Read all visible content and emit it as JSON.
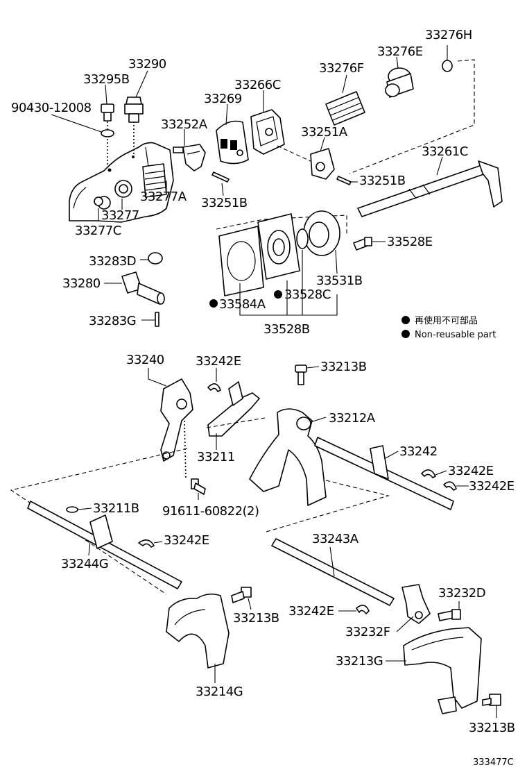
{
  "labels": {
    "p33276H": "33276H",
    "p33276E": "33276E",
    "p33290": "33290",
    "p33295B": "33295B",
    "p33276F": "33276F",
    "p90430": "90430-12008",
    "p33266C": "33266C",
    "p33269": "33269",
    "p33252A": "33252A",
    "p33251A": "33251A",
    "p33261C": "33261C",
    "p33277A": "33277A",
    "p33251B_a": "33251B",
    "p33251B_b": "33251B",
    "p33277": "33277",
    "p33277C": "33277C",
    "p33528E": "33528E",
    "p33283D": "33283D",
    "p33531B": "33531B",
    "p33280": "33280",
    "p33584A": "33584A",
    "p33528C": "33528C",
    "p33283G": "33283G",
    "p33528B": "33528B",
    "p33240": "33240",
    "p33242E_a": "33242E",
    "p33213B_a": "33213B",
    "p33212A": "33212A",
    "p33211": "33211",
    "p33242": "33242",
    "p33242E_b": "33242E",
    "p33242E_c": "33242E",
    "p91611": "91611-60822(2)",
    "p33211B": "33211B",
    "p33242E_d": "33242E",
    "p33244G": "33244G",
    "p33243A": "33243A",
    "p33213B_b": "33213B",
    "p33242E_e": "33242E",
    "p33232D": "33232D",
    "p33232F": "33232F",
    "p33213G": "33213G",
    "p33214G": "33214G",
    "p33213B_c": "33213B"
  },
  "legend": {
    "japanese": "再使用不可部品",
    "english": "Non-reusable part"
  },
  "figure_id": "333477C"
}
